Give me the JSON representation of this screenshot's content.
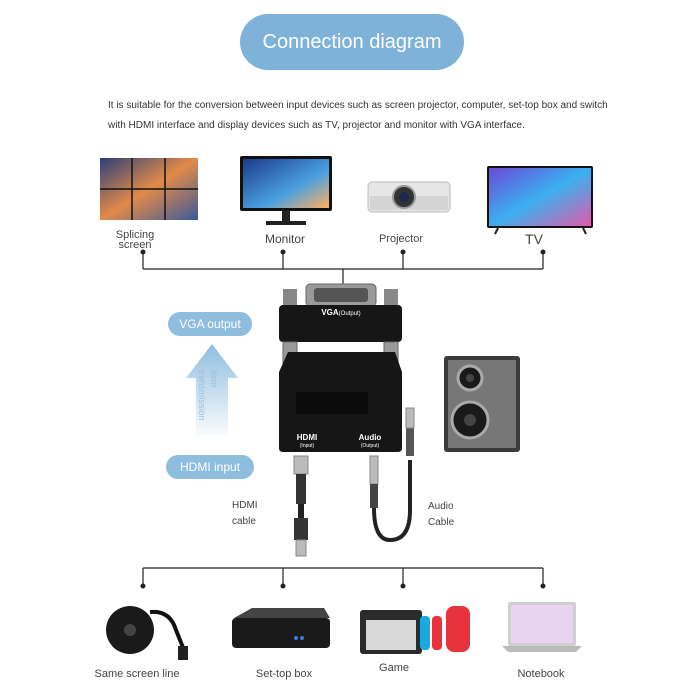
{
  "header": {
    "title": "Connection diagram",
    "description": "It is suitable for the conversion between input devices such as screen projector, computer, set-top box and switch with HDMI interface and display devices such as TV, projector and monitor with VGA interface."
  },
  "outputs": {
    "splicing_screen": "Splicing screen",
    "monitor": "Monitor",
    "projector": "Projector",
    "tv": "TV"
  },
  "adapter": {
    "vga_label": "VGA",
    "vga_sub": "(Output)",
    "hdmi_label": "HDMI",
    "hdmi_sub": "(Input)",
    "audio_label": "Audio",
    "audio_sub": "(Output)"
  },
  "signal": {
    "vga_output": "VGA output",
    "hdmi_input": "HDMI input",
    "arrow_text": "Item transmission"
  },
  "cables": {
    "hdmi_cable": "HDMI cable",
    "audio_cable": "Audio Cable"
  },
  "inputs": {
    "same_screen_line": "Same screen line",
    "set_top_box": "Set-top box",
    "game": "Game",
    "notebook": "Notebook"
  },
  "colors": {
    "accent": "#7fb2d9",
    "pill": "#8fbde0",
    "arrow": "#a8cde8"
  }
}
